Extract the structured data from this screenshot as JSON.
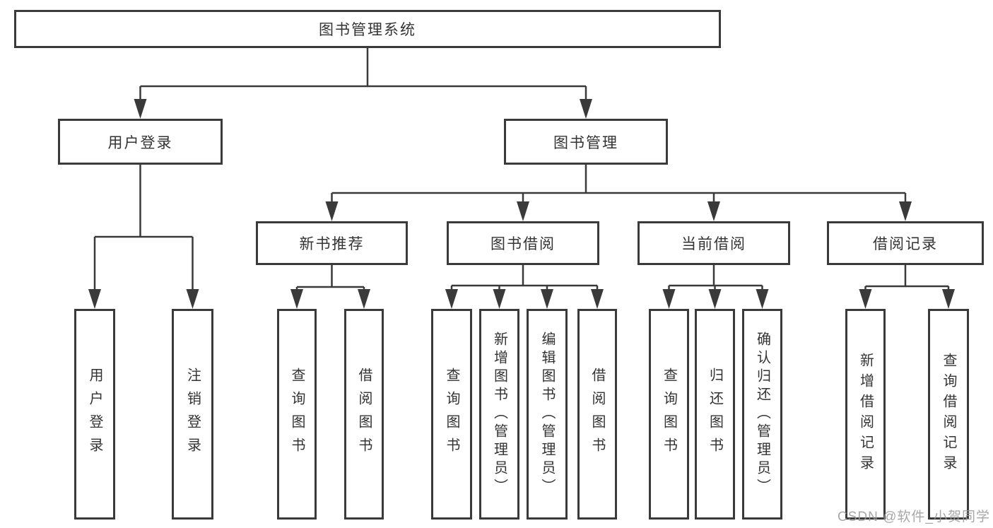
{
  "watermark": "CSDN @软件_小贺同学",
  "colors": {
    "line": "#3a3a3a",
    "text": "#333333",
    "watermark": "#9c9c9e",
    "background": "#ffffff"
  },
  "tree": {
    "label": "图书管理系统",
    "children": [
      {
        "label": "用户登录",
        "children": [
          {
            "label": "用户登录"
          },
          {
            "label": "注销登录"
          }
        ]
      },
      {
        "label": "图书管理",
        "children": [
          {
            "label": "新书推荐",
            "children": [
              {
                "label": "查询图书"
              },
              {
                "label": "借阅图书"
              }
            ]
          },
          {
            "label": "图书借阅",
            "children": [
              {
                "label": "查询图书"
              },
              {
                "label": "新增图书（管理员）"
              },
              {
                "label": "编辑图书（管理员）"
              },
              {
                "label": "借阅图书"
              }
            ]
          },
          {
            "label": "当前借阅",
            "children": [
              {
                "label": "查询图书"
              },
              {
                "label": "归还图书"
              },
              {
                "label": "确认归还（管理员）"
              }
            ]
          },
          {
            "label": "借阅记录",
            "children": [
              {
                "label": "新增借阅记录"
              },
              {
                "label": "查询借阅记录"
              }
            ]
          }
        ]
      }
    ]
  }
}
